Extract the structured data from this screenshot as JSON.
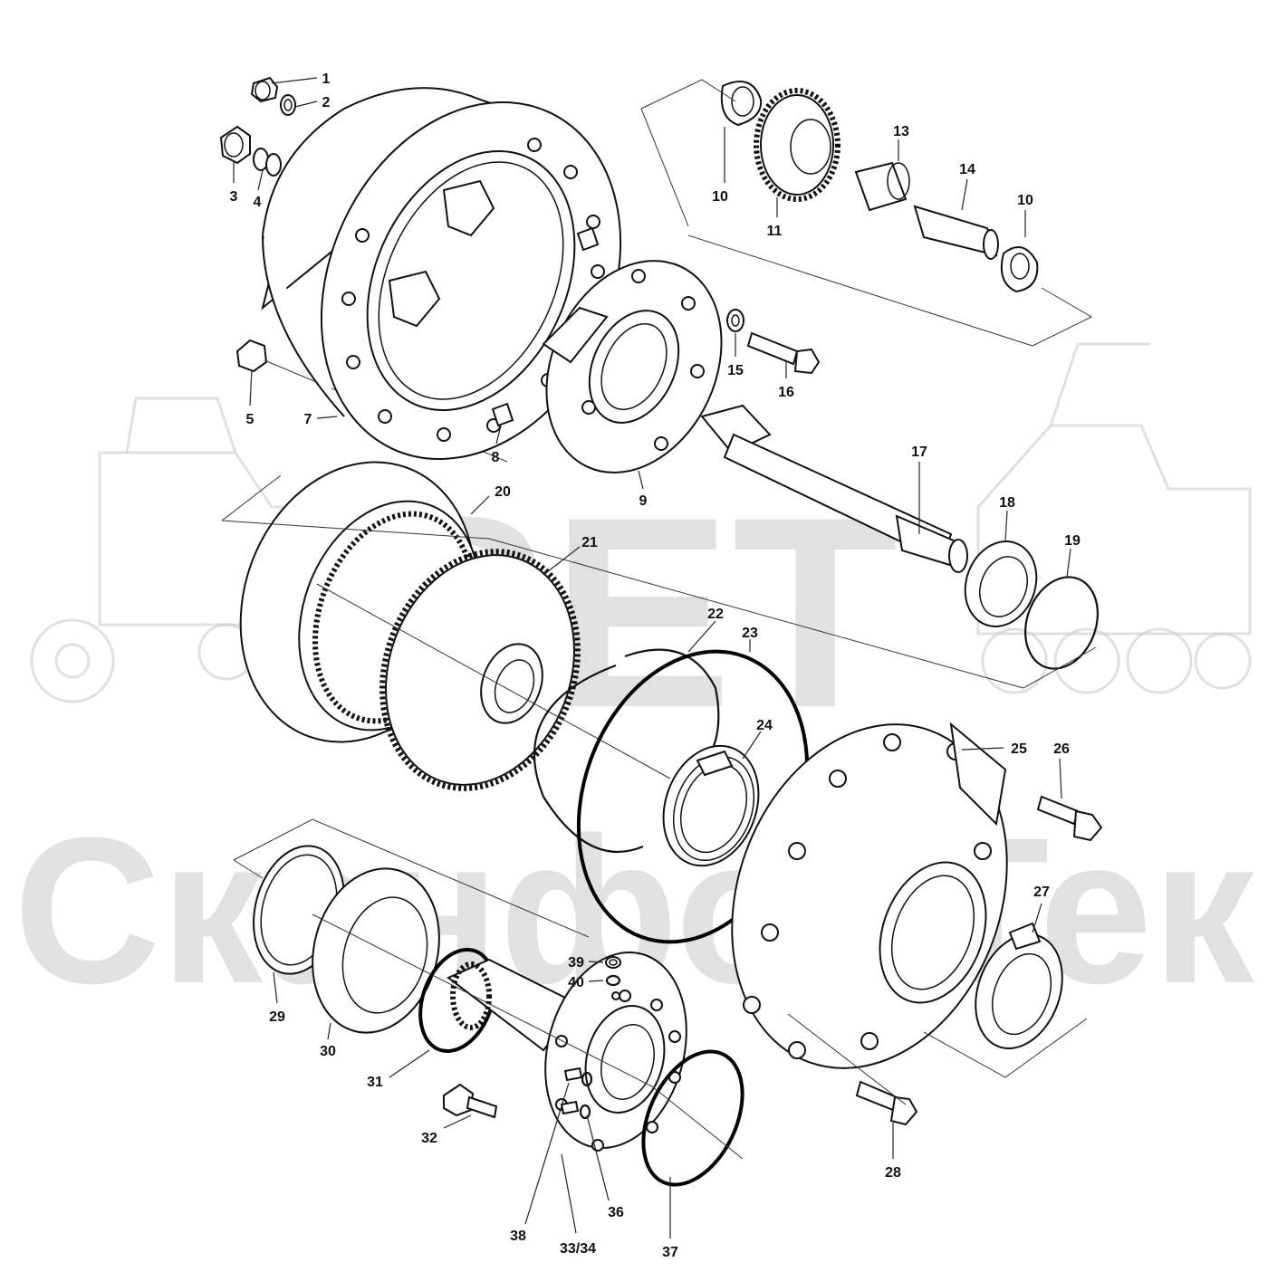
{
  "watermark": {
    "logo_text": "SET",
    "company_text": "СканфорТек"
  },
  "callouts": [
    "1",
    "2",
    "3",
    "4",
    "5",
    "7",
    "8",
    "9",
    "10",
    "10",
    "11",
    "13",
    "14",
    "15",
    "16",
    "17",
    "18",
    "19",
    "20",
    "21",
    "22",
    "23",
    "24",
    "25",
    "26",
    "27",
    "28",
    "29",
    "30",
    "31",
    "32",
    "33/34",
    "36",
    "37",
    "38",
    "39",
    "40"
  ]
}
